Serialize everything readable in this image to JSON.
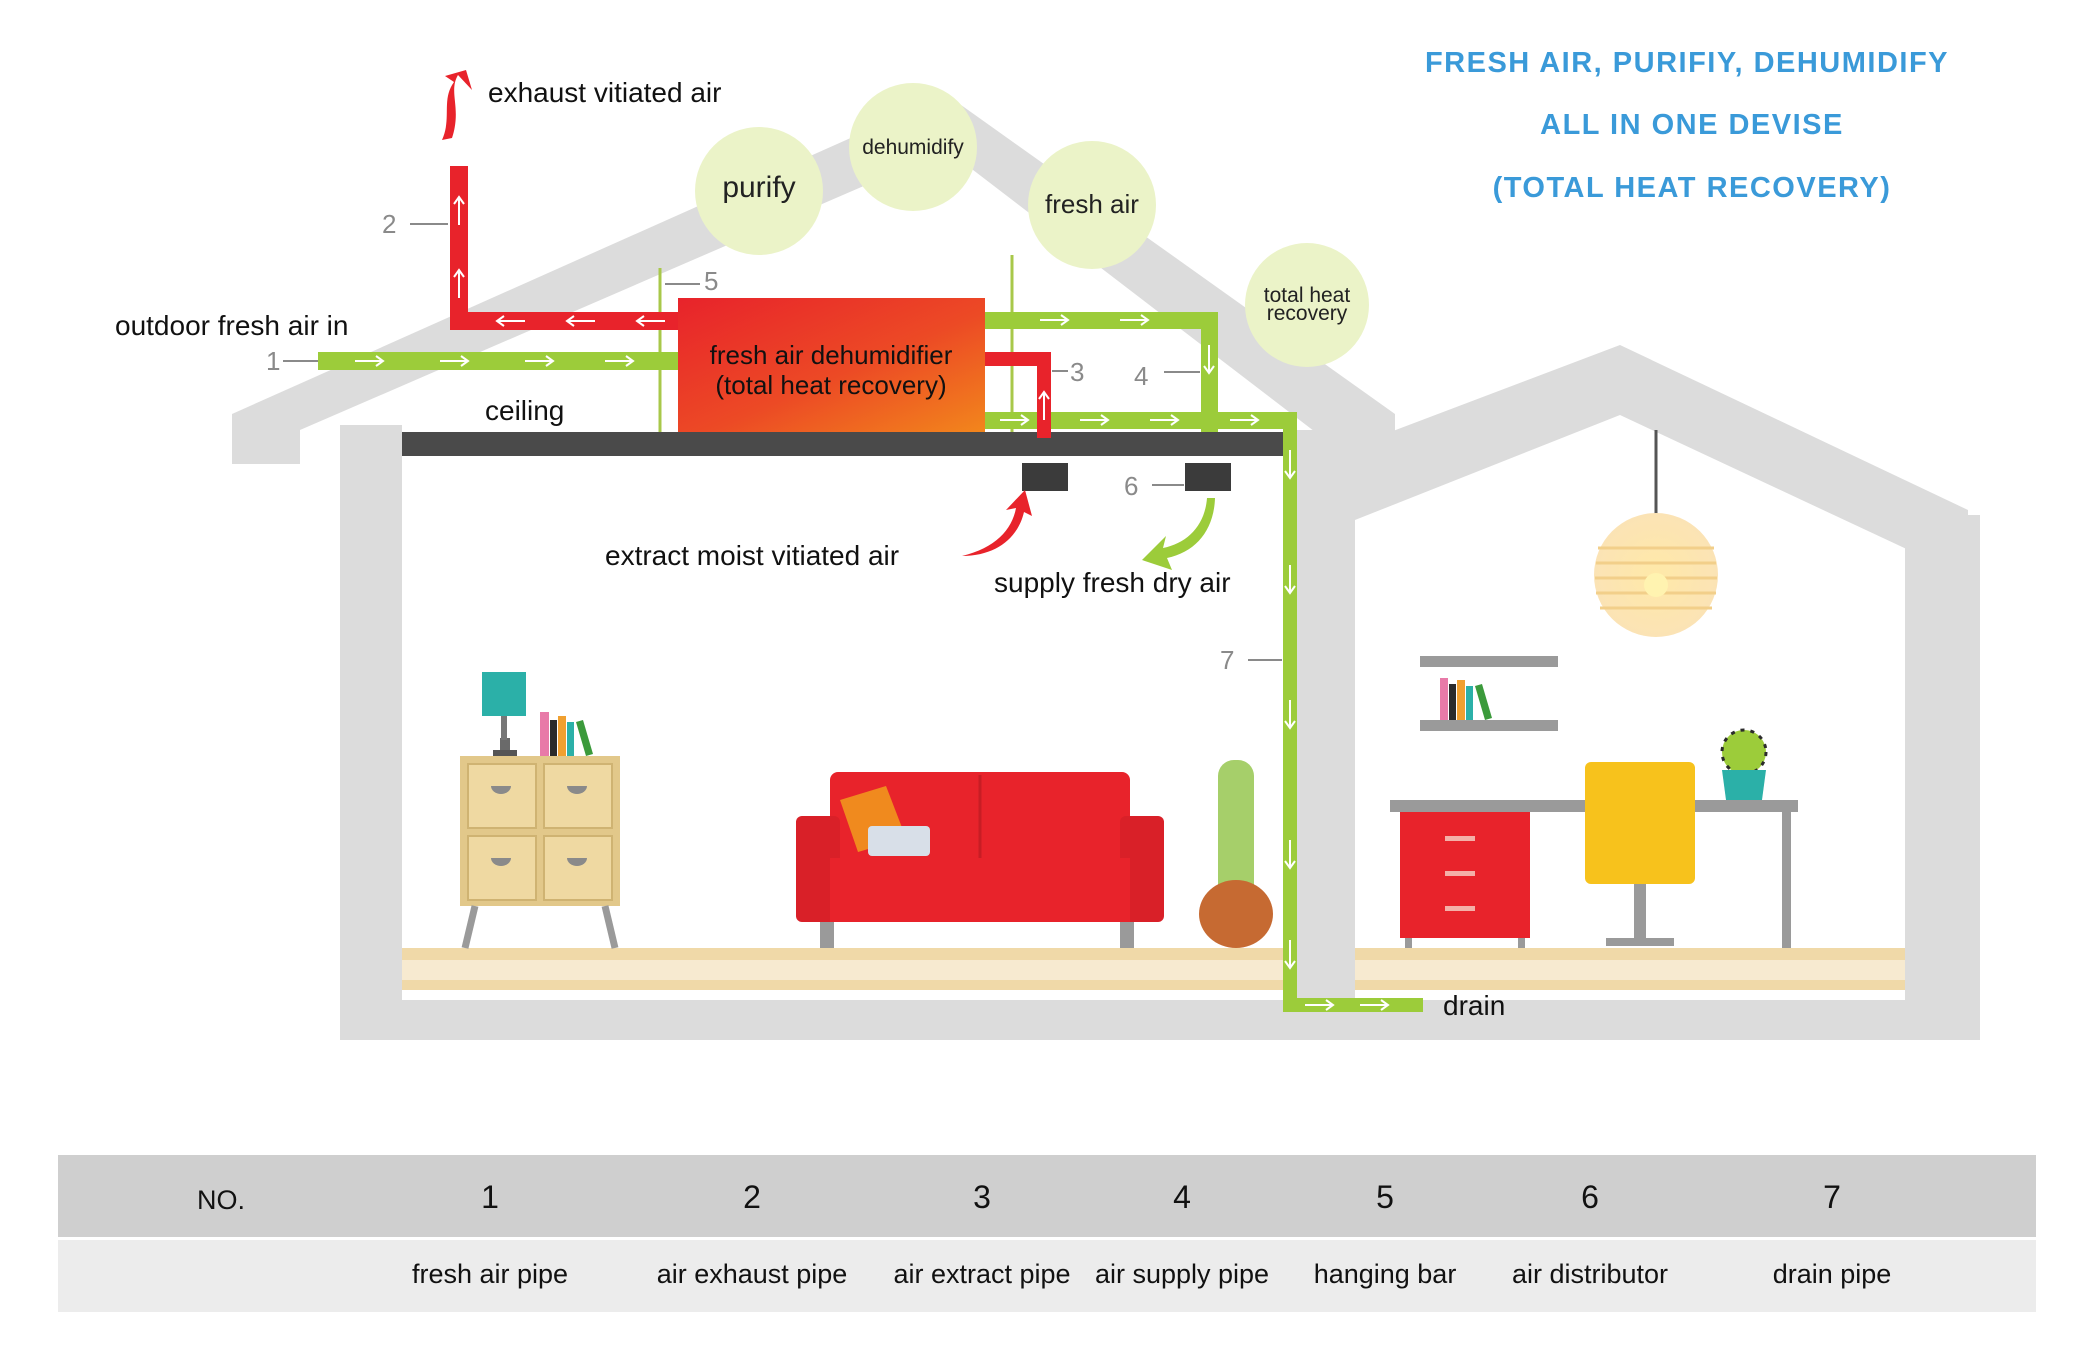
{
  "header": {
    "line1": "FRESH AIR, PURIFIY, DEHUMIDIFY",
    "line2": "ALL IN ONE DEVISE",
    "line3": "(TOTAL HEAT RECOVERY)"
  },
  "bubbles": {
    "purify": "purify",
    "dehumidify": "dehumidify",
    "fresh_air": "fresh air",
    "total_heat_line1": "total heat",
    "total_heat_line2": "recovery"
  },
  "labels": {
    "exhaust": "exhaust vitiated air",
    "outdoor": "outdoor fresh air in",
    "ceiling": "ceiling",
    "unit_line1": "fresh air dehumidifier",
    "unit_line2": "(total heat recovery)",
    "extract": "extract moist vitiated air",
    "supply": "supply fresh dry air",
    "drain": "drain"
  },
  "callouts": {
    "n1": "1",
    "n2": "2",
    "n3": "3",
    "n4": "4",
    "n5": "5",
    "n6": "6",
    "n7": "7"
  },
  "table": {
    "header_label": "NO.",
    "numbers": [
      "1",
      "2",
      "3",
      "4",
      "5",
      "6",
      "7"
    ],
    "names": [
      "fresh air pipe",
      "air exhaust pipe",
      "air extract pipe",
      "air supply pipe",
      "hanging bar",
      "air distributor",
      "drain pipe"
    ]
  },
  "colors": {
    "title_blue": "#3a9ad9",
    "house_gray": "#d9d9d9",
    "pipe_green": "#9ccc3a",
    "pipe_red": "#e8232b",
    "unit_orange": "#f07a1e",
    "bubble": "#ebf3c8",
    "ceiling": "#4a4a4a",
    "table_header": "#cfcfcf",
    "table_body": "#ececec"
  }
}
